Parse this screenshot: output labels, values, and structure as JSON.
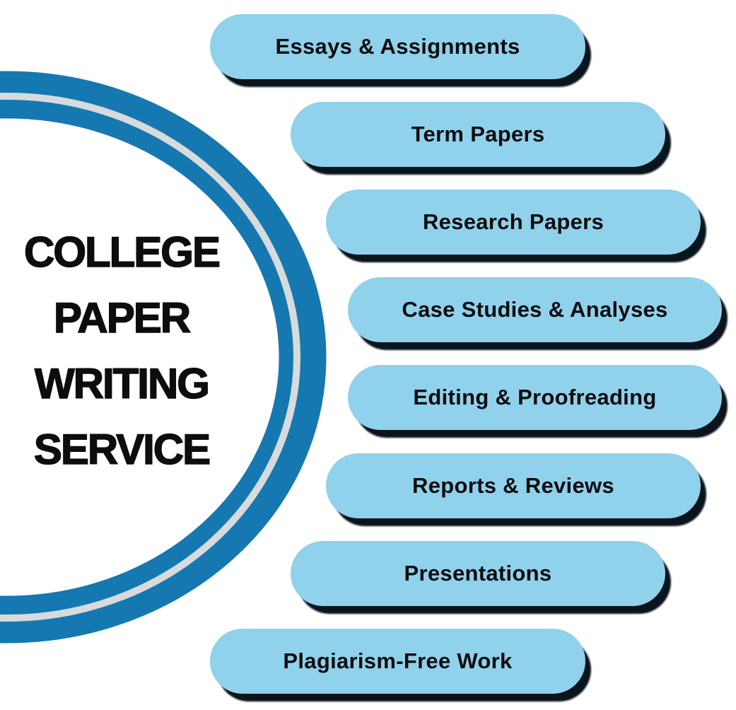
{
  "title": {
    "lines": [
      "COLLEGE",
      "PAPER",
      "WRITING",
      "SERVICE"
    ]
  },
  "services": {
    "items": [
      {
        "label": "Essays & Assignments"
      },
      {
        "label": "Term Papers"
      },
      {
        "label": "Research Papers"
      },
      {
        "label": "Case Studies & Analyses"
      },
      {
        "label": "Editing & Proofreading"
      },
      {
        "label": "Reports & Reviews"
      },
      {
        "label": "Presentations"
      },
      {
        "label": "Plagiarism-Free Work"
      }
    ]
  },
  "colors": {
    "background": "#ffffff",
    "arc_blue": "#1578b1",
    "arc_highlight": "#d7dbdc",
    "pill_fill": "#90d1ec",
    "pill_shadow": "#0a141c",
    "text_dark": "#0d0d0d"
  }
}
